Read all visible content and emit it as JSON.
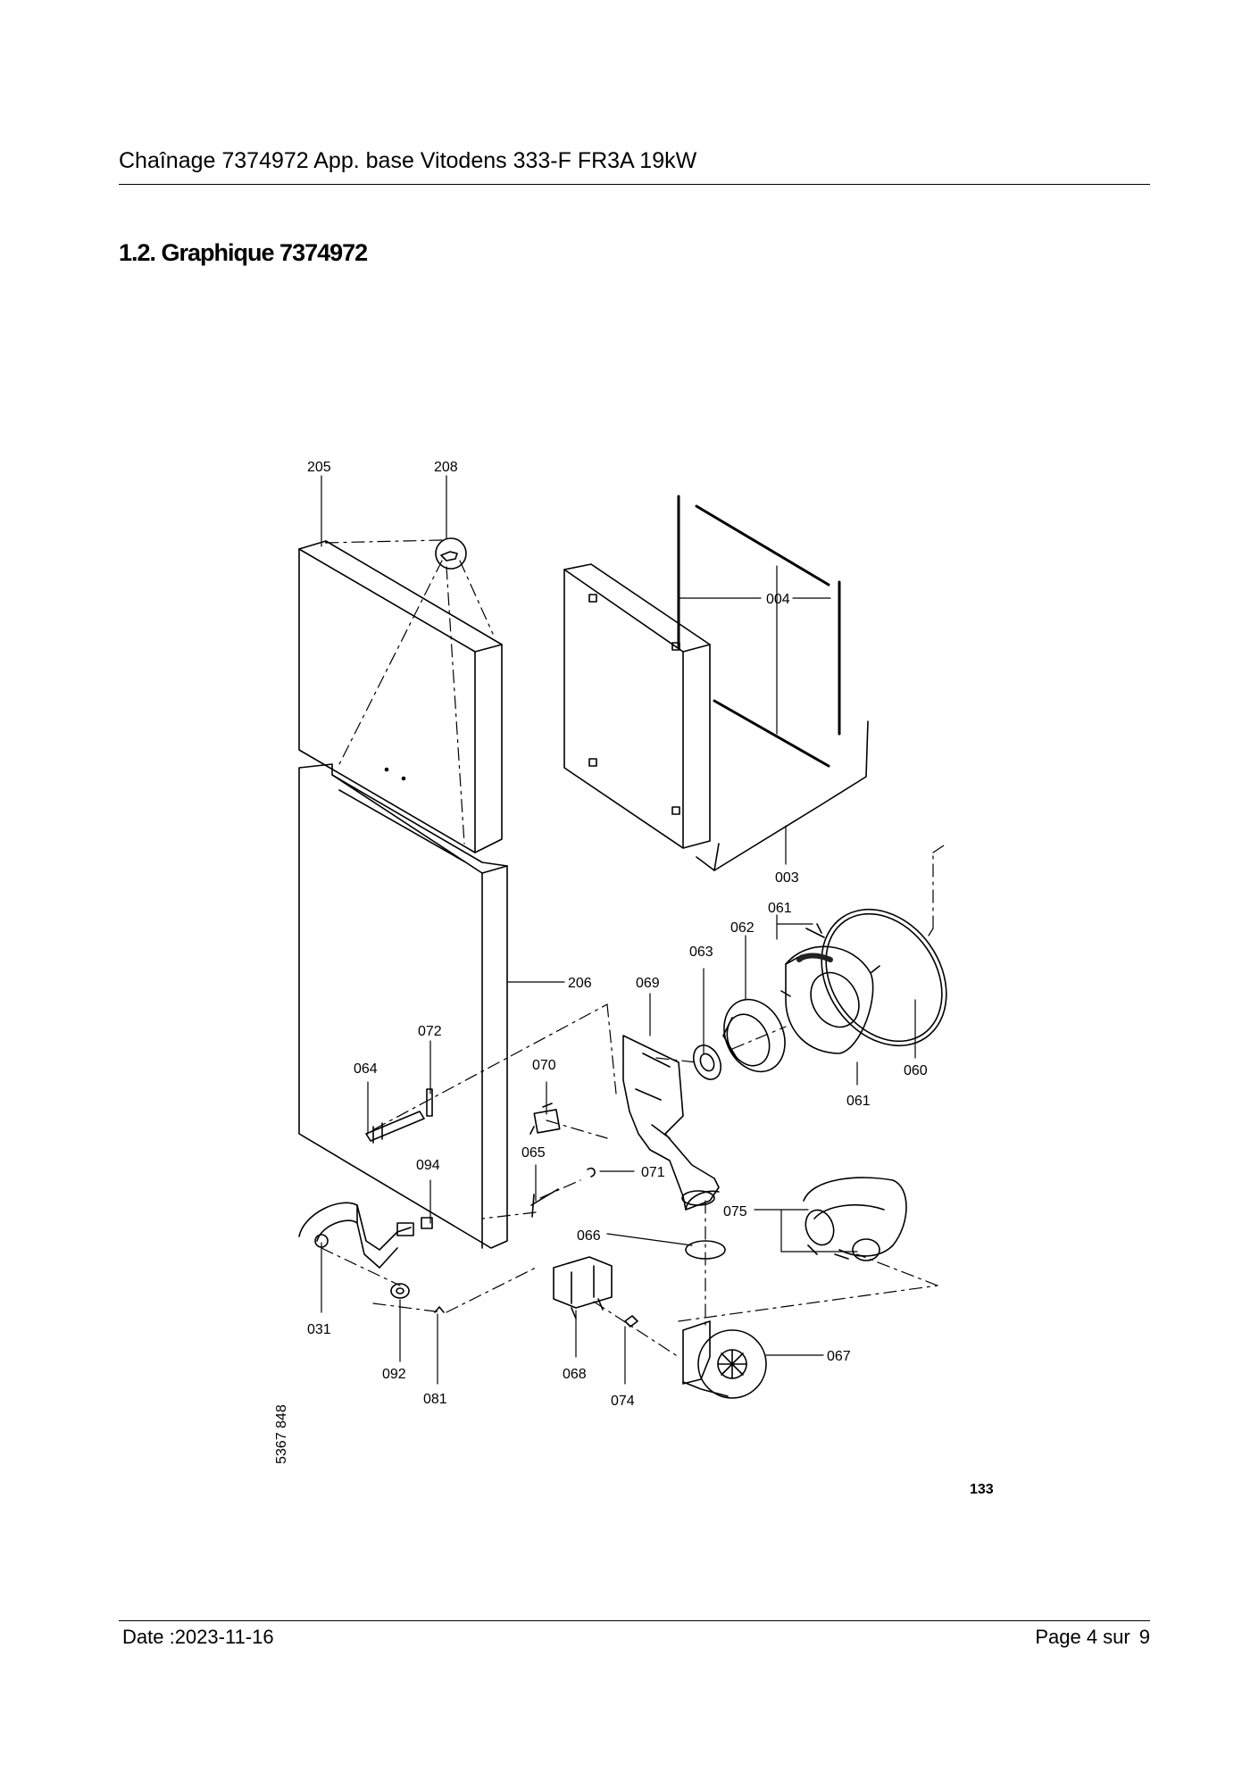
{
  "header": {
    "title": "Chaînage 7374972 App. base Vitodens 333-F FR3A 19kW"
  },
  "section": {
    "heading": "1.2. Graphique 7374972"
  },
  "drawing": {
    "labels": {
      "p205": "205",
      "p208": "208",
      "p004": "004",
      "p003": "003",
      "p061a": "061",
      "p062": "062",
      "p063": "063",
      "p206": "206",
      "p069": "069",
      "p072": "072",
      "p064": "064",
      "p070": "070",
      "p060": "060",
      "p061b": "061",
      "p065": "065",
      "p071": "071",
      "p094": "094",
      "p075": "075",
      "p066": "066",
      "p031": "031",
      "p067": "067",
      "p068": "068",
      "p092": "092",
      "p081": "081",
      "p074": "074"
    },
    "drawing_code": "5367 848",
    "figure_number": "133"
  },
  "footer": {
    "date": "Date :2023-11-16",
    "page_label": "Page 4 sur",
    "page_total": "9"
  }
}
